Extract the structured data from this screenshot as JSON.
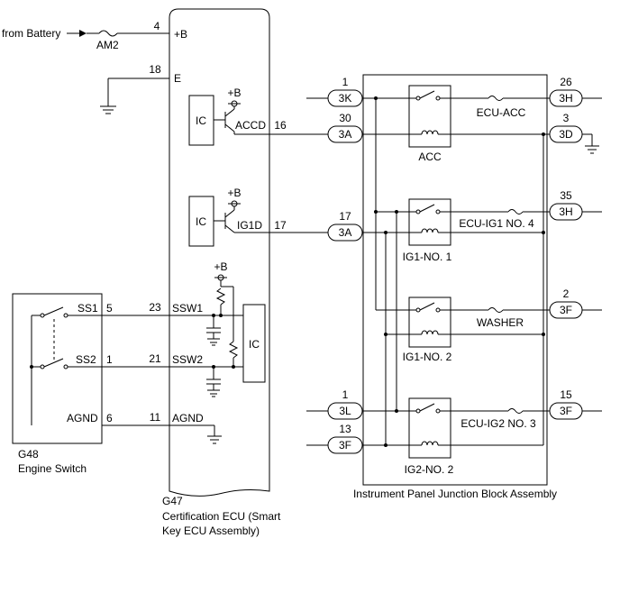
{
  "battery": {
    "label": "from Battery",
    "fuse": "AM2"
  },
  "ecu": {
    "pin_b": "4",
    "lbl_b": "+B",
    "pin_e": "18",
    "lbl_e": "E",
    "ic1": "IC",
    "ic1_plus": "+B",
    "ic1_out": "ACCD",
    "ic1_pin": "16",
    "ic2": "IC",
    "ic2_plus": "+B",
    "ic2_out": "IG1D",
    "ic2_pin": "17",
    "ic3": "IC",
    "ic3_plus": "+B",
    "ssw1_pin": "23",
    "ssw1": "SSW1",
    "ssw2_pin": "21",
    "ssw2": "SSW2",
    "agnd_pin": "11",
    "agnd": "AGND",
    "code": "G47",
    "name1": "Certification ECU (Smart",
    "name2": "Key ECU Assembly)"
  },
  "engine_switch": {
    "ss1": "SS1",
    "ss1_pin": "5",
    "ss2": "SS2",
    "ss2_pin": "1",
    "agnd": "AGND",
    "agnd_pin": "6",
    "code": "G48",
    "name": "Engine Switch"
  },
  "junction_block": {
    "name": "Instrument Panel Junction Block Assembly",
    "left": [
      {
        "pin": "1",
        "conn": "3K"
      },
      {
        "pin": "30",
        "conn": "3A"
      },
      {
        "pin": "17",
        "conn": "3A"
      },
      {
        "pin": "1",
        "conn": "3L"
      },
      {
        "pin": "13",
        "conn": "3F"
      }
    ],
    "right": [
      {
        "pin": "26",
        "conn": "3H"
      },
      {
        "pin": "3",
        "conn": "3D"
      },
      {
        "pin": "35",
        "conn": "3H"
      },
      {
        "pin": "2",
        "conn": "3F"
      },
      {
        "pin": "15",
        "conn": "3F"
      }
    ],
    "relays": [
      "ACC",
      "IG1-NO. 1",
      "IG1-NO. 2",
      "IG2-NO. 2"
    ],
    "fuses": [
      "ECU-ACC",
      "ECU-IG1 NO. 4",
      "WASHER",
      "ECU-IG2 NO. 3"
    ]
  }
}
